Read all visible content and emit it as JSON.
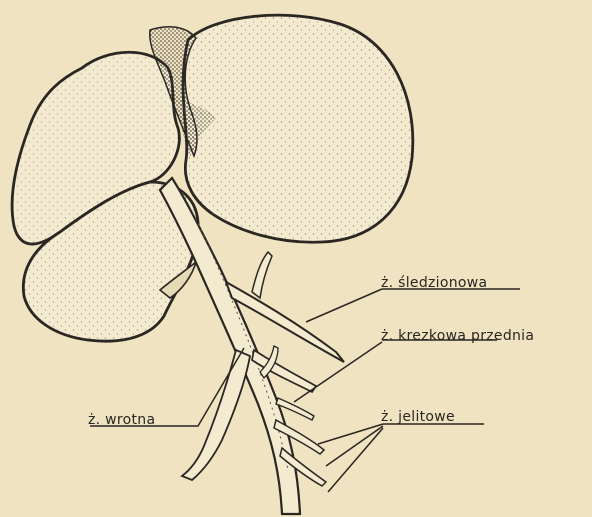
{
  "labels": {
    "sledzionowa": "ż. śledzionowa",
    "krezkowa": "ż. krezkowa przednia",
    "wrotna": "ż. wrotna",
    "jelitowe": "ż. jelitowe"
  },
  "colors": {
    "background": "#efe3c1",
    "ink": "#2a2622",
    "shade": "#5a524a",
    "organ_fill": "#f3ead0"
  }
}
